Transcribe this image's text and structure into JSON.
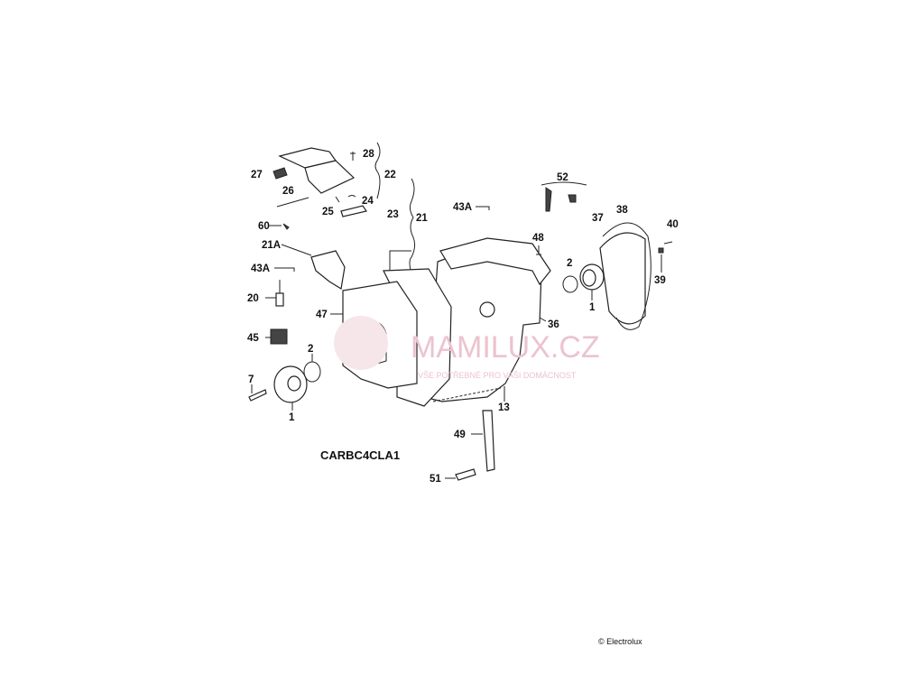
{
  "diagram": {
    "code": "CARBC4CLA1",
    "copyright": "© Electrolux",
    "watermark": {
      "brand": "MAMILUX.CZ",
      "tagline": "VŠE POTŘEBNÉ PRO VAŠI DOMÁCNOST"
    },
    "labels": {
      "p28": "28",
      "p22": "22",
      "p27": "27",
      "p26": "26",
      "p25": "25",
      "p24": "24",
      "p23": "23",
      "p21": "21",
      "p43a_top": "43A",
      "p52": "52",
      "p60": "60",
      "p21a": "21A",
      "p43a_left": "43A",
      "p48": "48",
      "p37": "37",
      "p38": "38",
      "p40": "40",
      "p2_right": "2",
      "p39": "39",
      "p1_right": "1",
      "p20": "20",
      "p47": "47",
      "p36": "36",
      "p45": "45",
      "p2_left": "2",
      "p7": "7",
      "p1_left": "1",
      "p13": "13",
      "p49": "49",
      "p51": "51"
    }
  }
}
